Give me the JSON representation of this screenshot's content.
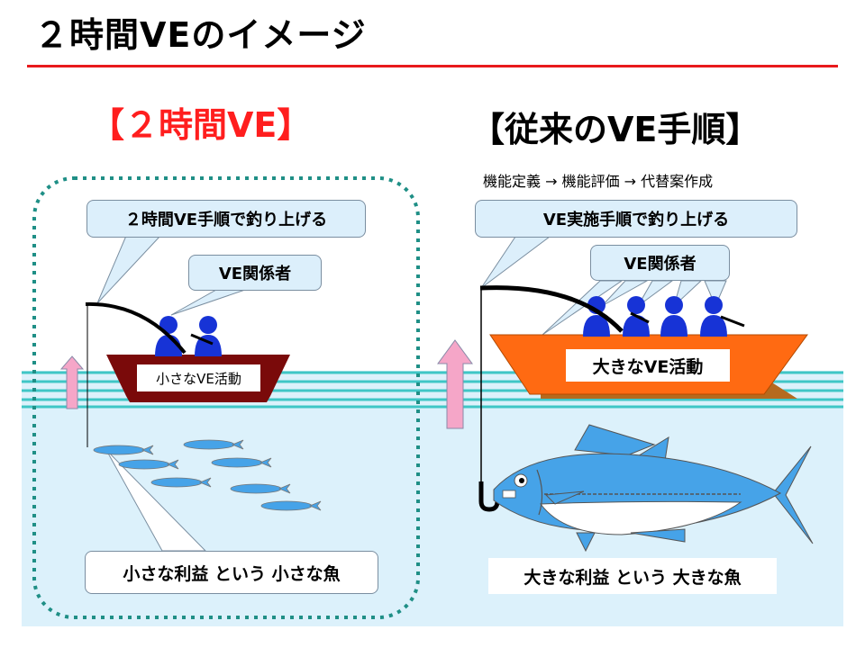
{
  "title": "２時間VEのイメージ",
  "left": {
    "heading": "【２時間VE】",
    "rod_callout": "２時間VE手順で釣り上げる",
    "stakeholder_callout": "VE関係者",
    "boat_label": "小さなVE活動",
    "fish_callout": "小さな利益 という 小さな魚"
  },
  "right": {
    "heading": "【従来のVE手順】",
    "process": "機能定義 → 機能評価 → 代替案作成",
    "rod_callout": "VE実施手順で釣り上げる",
    "stakeholder_callout": "VE関係者",
    "boat_label": "大きなVE活動",
    "fish_callout": "大きな利益 という 大きな魚"
  },
  "colors": {
    "title_rule": "#e8191c",
    "heading_red": "#ff1e1e",
    "water": "#dcf1fb",
    "waves": "#3fc6c6",
    "dotted_frame": "#1f8f86",
    "small_boat": "#7a0a0a",
    "big_boat": "#ff6a12",
    "people": "#1733d6",
    "fish": "#46a3e8",
    "arrow": "#f5a6c8"
  },
  "icons": {
    "arrow": "up-arrow-icon",
    "person": "person-icon",
    "fish": "fish-icon",
    "hook": "fishing-hook-icon",
    "rod": "fishing-rod-icon"
  }
}
